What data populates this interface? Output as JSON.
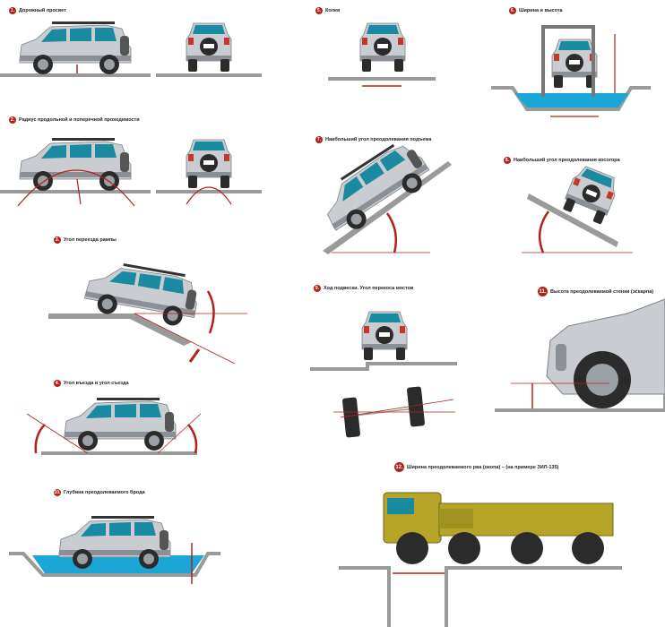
{
  "colors": {
    "accent": "#b3221a",
    "ground": "#9a9a9a",
    "car_body": "#c9ccd0",
    "glass": "#1a8aa0",
    "water": "#1aa6d6",
    "truck": "#b5a428"
  },
  "captions": [
    {
      "num": "1.",
      "text": "Дорожный просвет"
    },
    {
      "num": "2.",
      "text": "Радиус продольной и поперечной проходимости"
    },
    {
      "num": "3.",
      "text": "Угол переезда рампы"
    },
    {
      "num": "4.",
      "text": "Угол въезда и угол съезда"
    },
    {
      "num": "5.",
      "text": "Колея"
    },
    {
      "num": "6.",
      "text": "Ширина и высота"
    },
    {
      "num": "7.",
      "text": "Наибольший угол преодолевания подъема"
    },
    {
      "num": "8.",
      "text": "Наибольший угол преодолевания косогора"
    },
    {
      "num": "9.",
      "text": "Ход подвески. Угол перекоса мостов"
    },
    {
      "num": "10.",
      "text": "Глубина преодолеваемого брода"
    },
    {
      "num": "11.",
      "text": "Высота преодолеваемой стенки (эскарпа)"
    },
    {
      "num": "12.",
      "text": "Ширина преодолеваемого рва (окопа) – (на примере ЗИЛ-135)"
    }
  ]
}
